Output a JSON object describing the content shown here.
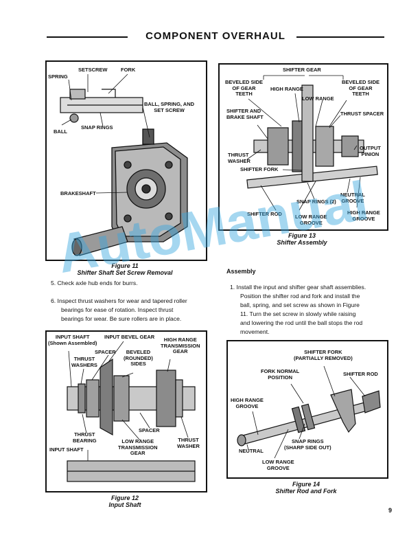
{
  "header": {
    "title": "COMPONENT OVERHAUL"
  },
  "fig11": {
    "labels": {
      "setscrew": "SETSCREW",
      "fork": "FORK",
      "spring": "SPRING",
      "ball_spring_set_screw": "BALL, SPRING, AND\nSET SCREW",
      "snap_rings": "SNAP RINGS",
      "ball": "BALL",
      "brakeshaft": "BRAKESHAFT"
    },
    "caption_num": "Figure 11",
    "caption": "Shifter Shaft Set Screw Removal"
  },
  "fig13": {
    "labels": {
      "shifter_gear": "SHIFTER GEAR",
      "beveled_left": "BEVELED SIDE\nOF GEAR\nTEETH",
      "high_range": "HIGH RANGE",
      "beveled_right": "BEVELED SIDE\nOF GEAR\nTEETH",
      "low_range": "LOW RANGE",
      "shifter_brake_shaft": "SHIFTER AND\nBRAKE SHAFT",
      "thrust_spacer": "THRUST SPACER",
      "thrust_washer": "THRUST\nWASHER",
      "output_pinion": "OUTPUT\nPINION",
      "shifter_fork": "SHIFTER FORK",
      "neutral_groove": "NEUTRAL\nGROOVE",
      "snap_rings": "SNAP RINGS (2)",
      "shifter_rod": "SHIFTER ROD",
      "high_range_groove": "HIGH RANGE\nGROOVE",
      "low_range_groove": "LOW RANGE\nGROOVE"
    },
    "caption_num": "Figure 13",
    "caption": "Shifter Assembly"
  },
  "text": {
    "item5": "5.  Check axle hub ends for burrs.",
    "item6_l1": "6.  Inspect thrust washers for wear and tapered roller",
    "item6_l2": "bearings  for  ease  of  rotation.  Inspect  thrust",
    "item6_l3": "bearings for wear. Be sure rollers are in place.",
    "assembly_heading": "Assembly",
    "asm1_l1": "1.  Install the input and shifter gear shaft assemblies.",
    "asm1_l2": "Position  the  shifter  rod  and  fork  and  install  the",
    "asm1_l3": "ball,  spring,  and  set  screw  as  shown  in  Figure",
    "asm1_l4": "11.  Turn  the  set  screw  in  slowly  while  raising",
    "asm1_l5": "and  lowering  the  rod  until  the  ball  stops  the  rod",
    "asm1_l6": "movement."
  },
  "fig12": {
    "labels": {
      "input_shaft_top": "INPUT SHAFT\n(Shown Assembled)",
      "input_bevel_gear": "INPUT BEVEL GEAR",
      "high_range_trans_gear": "HIGH RANGE\nTRANSMISSION\nGEAR",
      "spacer_top": "SPACER",
      "thrust_washers": "THRUST\nWASHERS",
      "beveled_rounded_sides": "BEVELED\n(ROUNDED)\nSIDES",
      "spacer_bottom": "SPACER",
      "thrust_bearing": "THRUST\nBEARING",
      "low_range_trans_gear": "LOW RANGE\nTRANSMISSION\nGEAR",
      "thrust_washer": "THRUST\nWASHER",
      "input_shaft": "INPUT SHAFT"
    },
    "caption_num": "Figure 12",
    "caption": "Input Shaft"
  },
  "fig14": {
    "labels": {
      "shifter_fork_partial": "SHIFTER FORK\n(PARTIALLY REMOVED)",
      "fork_normal_position": "FORK NORMAL\nPOSITION",
      "shifter_rod": "SHIFTER ROD",
      "high_range_groove": "HIGH RANGE\nGROOVE",
      "snap_rings": "SNAP RINGS\n(SHARP SIDE OUT)",
      "neutral": "NEUTRAL",
      "low_range_groove": "LOW RANGE\nGROOVE"
    },
    "caption_num": "Figure 14",
    "caption": "Shifter Rod and Fork"
  },
  "watermark": "AutoManual",
  "page_number": "9"
}
